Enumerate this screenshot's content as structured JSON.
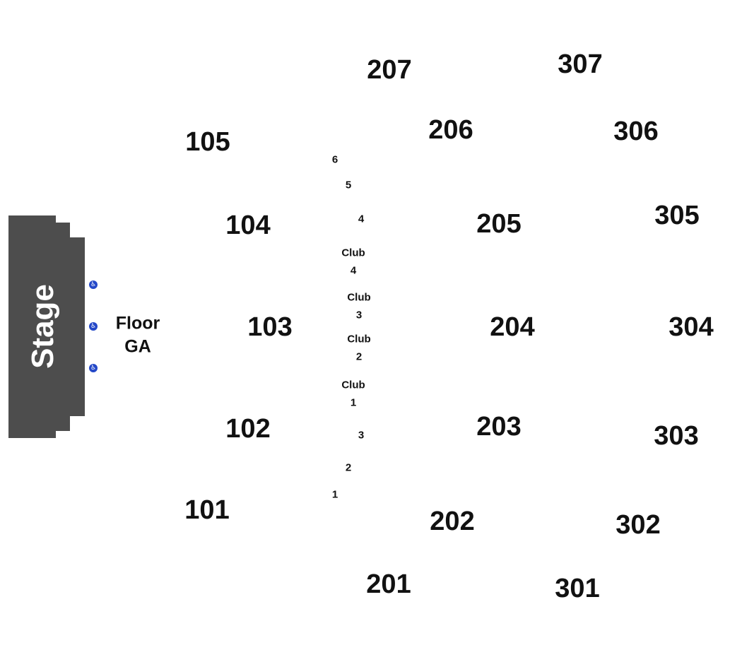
{
  "stage": {
    "label": "Stage",
    "color": "#4d4d4d"
  },
  "floor": {
    "line1": "Floor",
    "line2": "GA"
  },
  "accessibility": {
    "icon": "wheelchair-icon",
    "color": "#2448c8"
  },
  "sections_100": [
    "105",
    "104",
    "103",
    "102",
    "101"
  ],
  "boxes": [
    "6",
    "5",
    "4",
    "Club",
    "4",
    "Club",
    "3",
    "Club",
    "2",
    "Club",
    "1",
    "3",
    "2",
    "1"
  ],
  "sections_200": [
    "207",
    "206",
    "205",
    "204",
    "203",
    "202",
    "201"
  ],
  "sections_300": [
    "307",
    "306",
    "305",
    "304",
    "303",
    "302",
    "301"
  ]
}
